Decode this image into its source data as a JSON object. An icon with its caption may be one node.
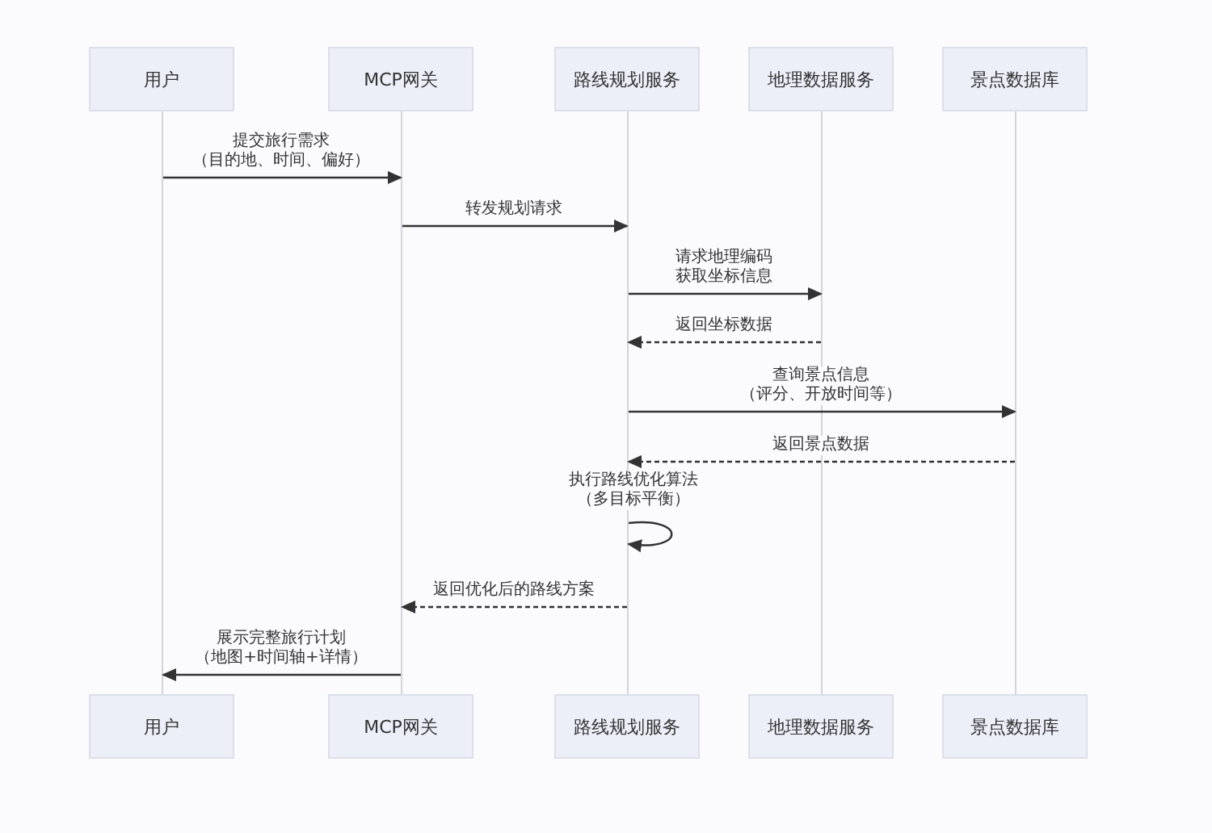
{
  "diagram": {
    "nodes": [
      {
        "text": [
          "用户"
        ]
      },
      {
        "text": [
          "MCP网关"
        ]
      },
      {
        "text": [
          "路线规划服务"
        ]
      },
      {
        "text": [
          "地理数据服务"
        ]
      },
      {
        "text": [
          "景点数据库"
        ]
      },
      {
        "text": [
          "用户"
        ]
      },
      {
        "text": [
          "MCP网关"
        ]
      },
      {
        "text": [
          "路线规划服务"
        ]
      },
      {
        "text": [
          "地理数据服务"
        ]
      },
      {
        "text": [
          "景点数据库"
        ]
      },
      {
        "text": [],
        "shape": "bar"
      },
      {
        "text": [],
        "shape": "bar"
      },
      {
        "text": [],
        "shape": "bar"
      },
      {
        "text": [],
        "shape": "bar"
      },
      {
        "text": [],
        "shape": "bar"
      }
    ],
    "edges": [
      {
        "from": 10,
        "to": 11,
        "arrow": "to",
        "label": "提交旅行需求（目的地、时间、偏好）"
      },
      {
        "from": 11,
        "to": 12,
        "arrow": "to",
        "label": "转发规划请求"
      },
      {
        "from": 12,
        "to": 13,
        "arrow": "to",
        "label": "请求地理编码获取坐标信息"
      },
      {
        "from": 13,
        "to": 12,
        "arrow": "to",
        "label": "返回坐标数据",
        "style": "dashed"
      },
      {
        "from": 12,
        "to": 14,
        "arrow": "to",
        "label": "查询景点信息（评分、开放时间等）"
      },
      {
        "from": 14,
        "to": 12,
        "arrow": "to",
        "label": "返回景点数据",
        "style": "dashed"
      },
      {
        "from": 12,
        "to": 12,
        "arrow": "to",
        "label": "执行路线优化算法（多目标平衡）"
      },
      {
        "from": 12,
        "to": 11,
        "arrow": "to",
        "label": "返回优化后的路线方案",
        "style": "dashed"
      },
      {
        "from": 11,
        "to": 10,
        "arrow": "to",
        "label": "展示完整旅行计划（地图+时间轴+详情）"
      }
    ]
  }
}
